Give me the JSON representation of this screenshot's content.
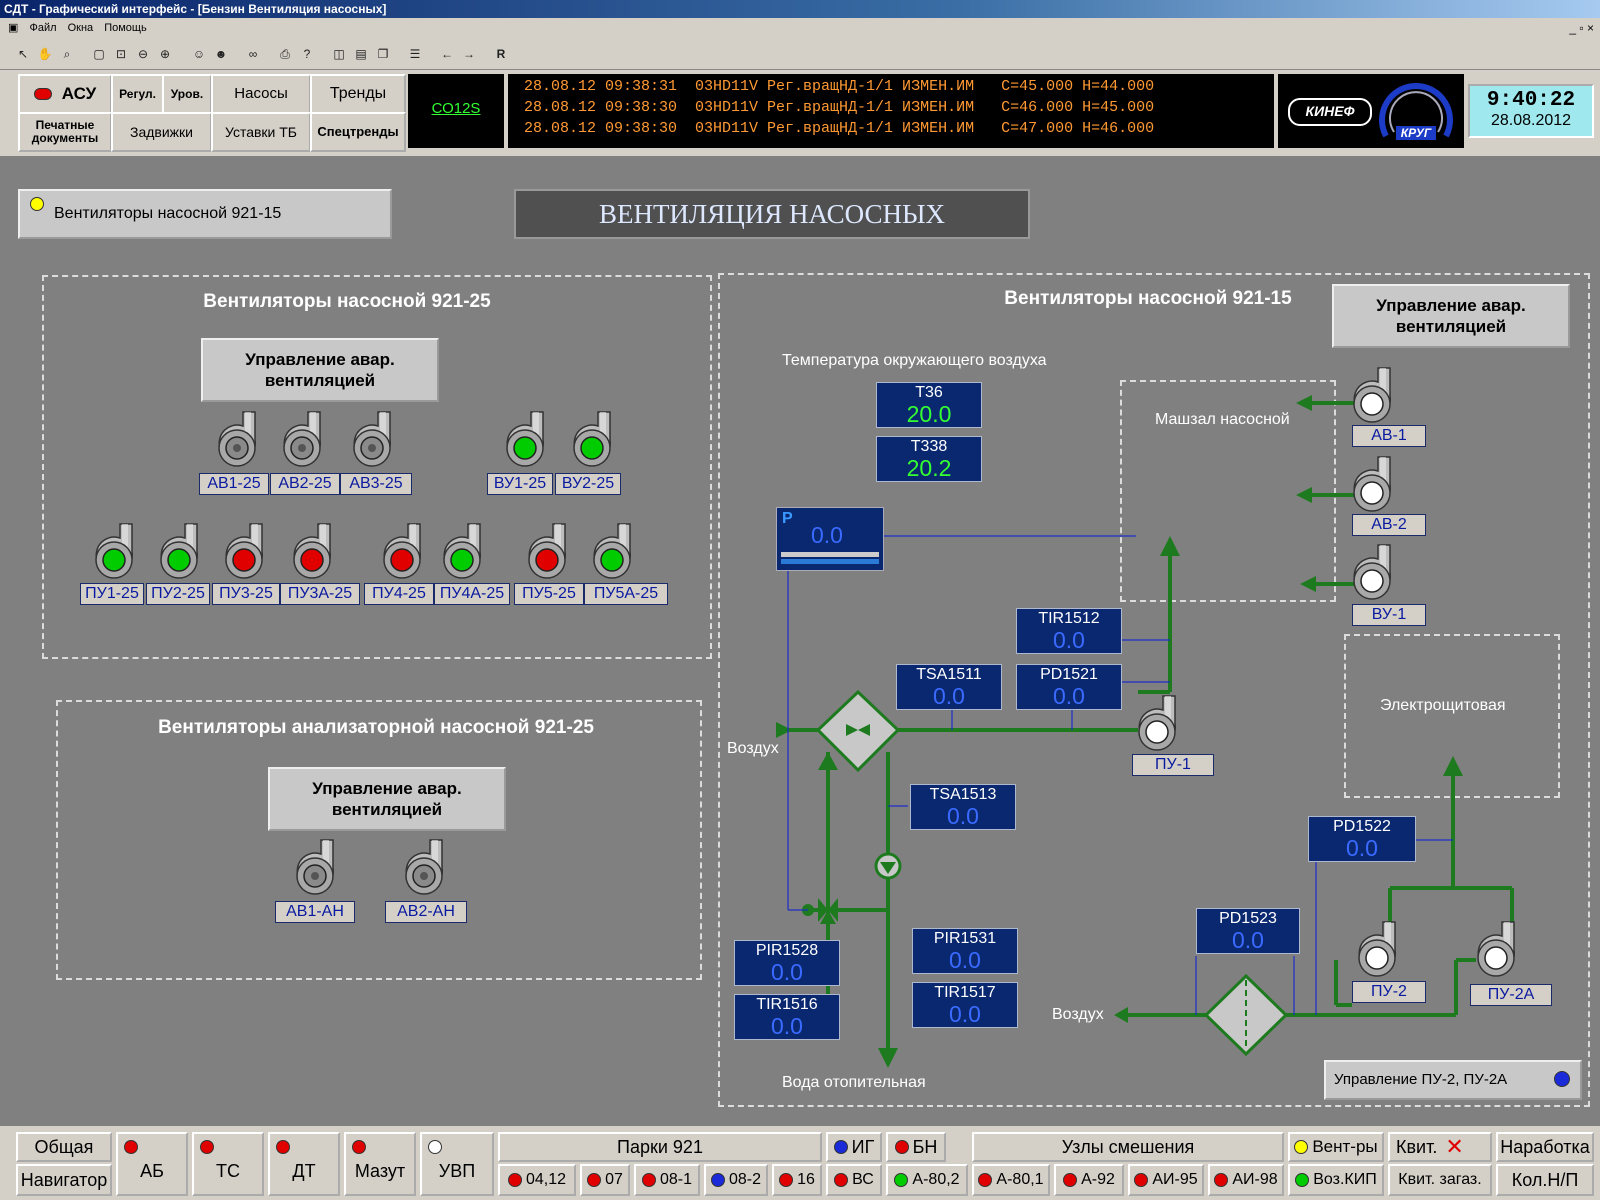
{
  "window": {
    "title": "СДТ - Графический интерфейс - [Бензин Вентиляция насосных]",
    "menu": [
      "Файл",
      "Окна",
      "Помощь"
    ],
    "toolbar_r": "R"
  },
  "header": {
    "asu": "АСУ",
    "regul": "Регул.",
    "urov": "Уров.",
    "nasosy": "Насосы",
    "trendy": "Тренды",
    "pechatnye_1": "Печатные",
    "pechatnye_2": "документы",
    "zadvizhki": "Задвижки",
    "ustavki": "Уставки ТБ",
    "spectrendy": "Спецтренды",
    "code": "СО12S",
    "events": [
      "28.08.12 09:38:31  03HD11V Рег.вращНД-1/1 ИЗМЕН.ИМ   С=45.000 Н=44.000",
      "28.08.12 09:38:30  03HD11V Рег.вращНД-1/1 ИЗМЕН.ИМ   С=46.000 Н=45.000",
      "28.08.12 09:38:30  03HD11V Рег.вращНД-1/1 ИЗМЕН.ИМ   С=47.000 Н=46.000"
    ],
    "logo1": "КИНЕФ",
    "logo2": "КРУГ",
    "time": "9:40:22",
    "date": "28.08.2012"
  },
  "main": {
    "top_button": "Вентиляторы насосной 921-15",
    "title": "ВЕНТИЛЯЦИЯ НАСОСНЫХ",
    "ctl_line1": "Управление авар.",
    "ctl_line2": "вентиляцией",
    "group1": {
      "title": "Вентиляторы насосной 921-25",
      "fans": [
        {
          "label": "АВ1-25",
          "state": "off"
        },
        {
          "label": "АВ2-25",
          "state": "off"
        },
        {
          "label": "АВ3-25",
          "state": "off"
        },
        {
          "label": "ВУ1-25",
          "state": "on"
        },
        {
          "label": "ВУ2-25",
          "state": "on"
        },
        {
          "label": "ПУ1-25",
          "state": "on"
        },
        {
          "label": "ПУ2-25",
          "state": "on"
        },
        {
          "label": "ПУ3-25",
          "state": "alarm"
        },
        {
          "label": "ПУ3А-25",
          "state": "alarm"
        },
        {
          "label": "ПУ4-25",
          "state": "alarm"
        },
        {
          "label": "ПУ4А-25",
          "state": "on"
        },
        {
          "label": "ПУ5-25",
          "state": "alarm"
        },
        {
          "label": "ПУ5А-25",
          "state": "on"
        }
      ]
    },
    "group2": {
      "title": "Вентиляторы анализаторной насосной 921-25",
      "fans": [
        {
          "label": "АВ1-АН",
          "state": "off"
        },
        {
          "label": "АВ2-АН",
          "state": "off"
        }
      ]
    },
    "group3": {
      "title": "Вентиляторы насосной 921-15",
      "temp_title": "Температура окружающего воздуха",
      "room1": "Машзал насосной",
      "room2": "Электрощитовая",
      "air1": "Воздух",
      "air2": "Воздух",
      "water": "Вода отопительная",
      "pu2_control": "Управление ПУ-2, ПУ-2А",
      "fans": [
        {
          "label": "АВ-1",
          "state": "white"
        },
        {
          "label": "АВ-2",
          "state": "white"
        },
        {
          "label": "ВУ-1",
          "state": "white"
        },
        {
          "label": "ПУ-1",
          "state": "white"
        },
        {
          "label": "ПУ-2",
          "state": "white"
        },
        {
          "label": "ПУ-2А",
          "state": "white"
        }
      ],
      "tags": [
        {
          "name": "T36",
          "value": "20.0"
        },
        {
          "name": "T338",
          "value": "20.2"
        },
        {
          "name": "TIR1512",
          "value": "0.0"
        },
        {
          "name": "TSA1511",
          "value": "0.0"
        },
        {
          "name": "PD1521",
          "value": "0.0"
        },
        {
          "name": "TSA1513",
          "value": "0.0"
        },
        {
          "name": "PD1522",
          "value": "0.0"
        },
        {
          "name": "PD1523",
          "value": "0.0"
        },
        {
          "name": "PIR1528",
          "value": "0.0"
        },
        {
          "name": "TIR1516",
          "value": "0.0"
        },
        {
          "name": "PIR1531",
          "value": "0.0"
        },
        {
          "name": "TIR1517",
          "value": "0.0"
        }
      ],
      "p_indicator": {
        "letter": "P",
        "value": "0.0"
      }
    }
  },
  "footer": {
    "obshaya": "Общая",
    "navigator": "Навигатор",
    "ab": "АБ",
    "ts": "ТС",
    "dt": "ДТ",
    "mazut": "Мазут",
    "uvp": "УВП",
    "parki": "Парки 921",
    "parks": [
      "04,12",
      "07",
      "08-1",
      "08-2",
      "16"
    ],
    "ig": "ИГ",
    "bn": "БН",
    "vs": "ВС",
    "a802": "А-80,2",
    "uzly": "Узлы смешения",
    "uzly_items": [
      "А-80,1",
      "А-92",
      "АИ-95",
      "АИ-98"
    ],
    "ventry": "Вент-ры",
    "voz_kip": "Воз.КИП",
    "kvit": "Квит.",
    "kvit_zagaz": "Квит. загаз.",
    "narabotka": "Наработка",
    "kol_np": "Кол.Н/П"
  },
  "colors": {
    "alarm": "#e00000",
    "on": "#00cc00",
    "pipe": "#1e7a1e",
    "tag_bg": "#0a2870",
    "value_blue": "#3a6aff",
    "value_green": "#33ff33"
  }
}
